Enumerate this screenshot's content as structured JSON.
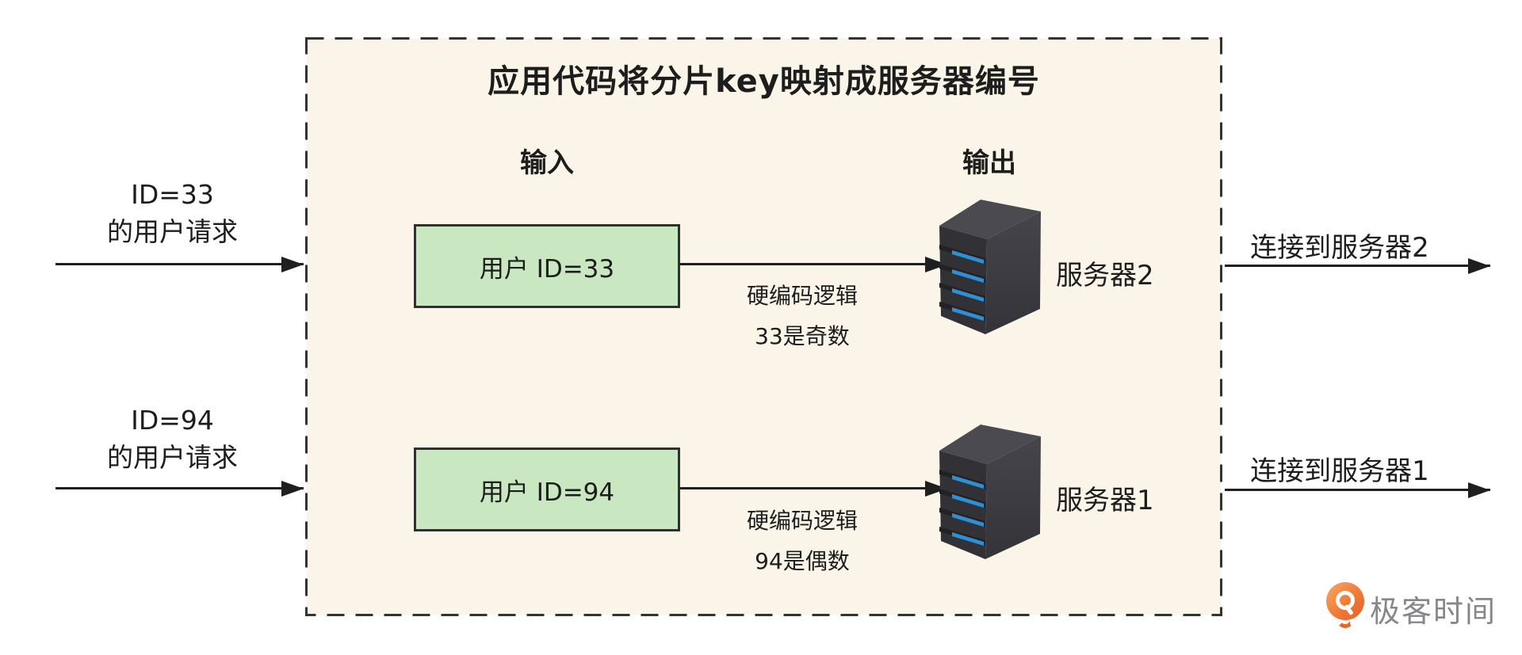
{
  "diagram": {
    "title": "应用代码将分片key映射成服务器编号",
    "headers": {
      "input": "输入",
      "output": "输出"
    },
    "rows": [
      {
        "request_line1": "ID=33",
        "request_line2": "的用户请求",
        "input_box": "用户 ID=33",
        "logic_line1": "硬编码逻辑",
        "logic_line2": "33是奇数",
        "server_label": "服务器2",
        "out_label": "连接到服务器2"
      },
      {
        "request_line1": "ID=94",
        "request_line2": "的用户请求",
        "input_box": "用户 ID=94",
        "logic_line1": "硬编码逻辑",
        "logic_line2": "94是偶数",
        "server_label": "服务器1",
        "out_label": "连接到服务器1"
      }
    ],
    "colors": {
      "panel_bg": "#faf5e8",
      "panel_border": "#333333",
      "input_box_bg": "#c9e7c0",
      "input_box_border": "#303030",
      "arrow": "#1f1f1f",
      "server_body": "#323236",
      "server_stripe_blue": "#2f8fd4"
    }
  },
  "branding": {
    "logo_text": "极客时间",
    "logo_orange": "#e9662b",
    "logo_text_color": "#87878b"
  }
}
